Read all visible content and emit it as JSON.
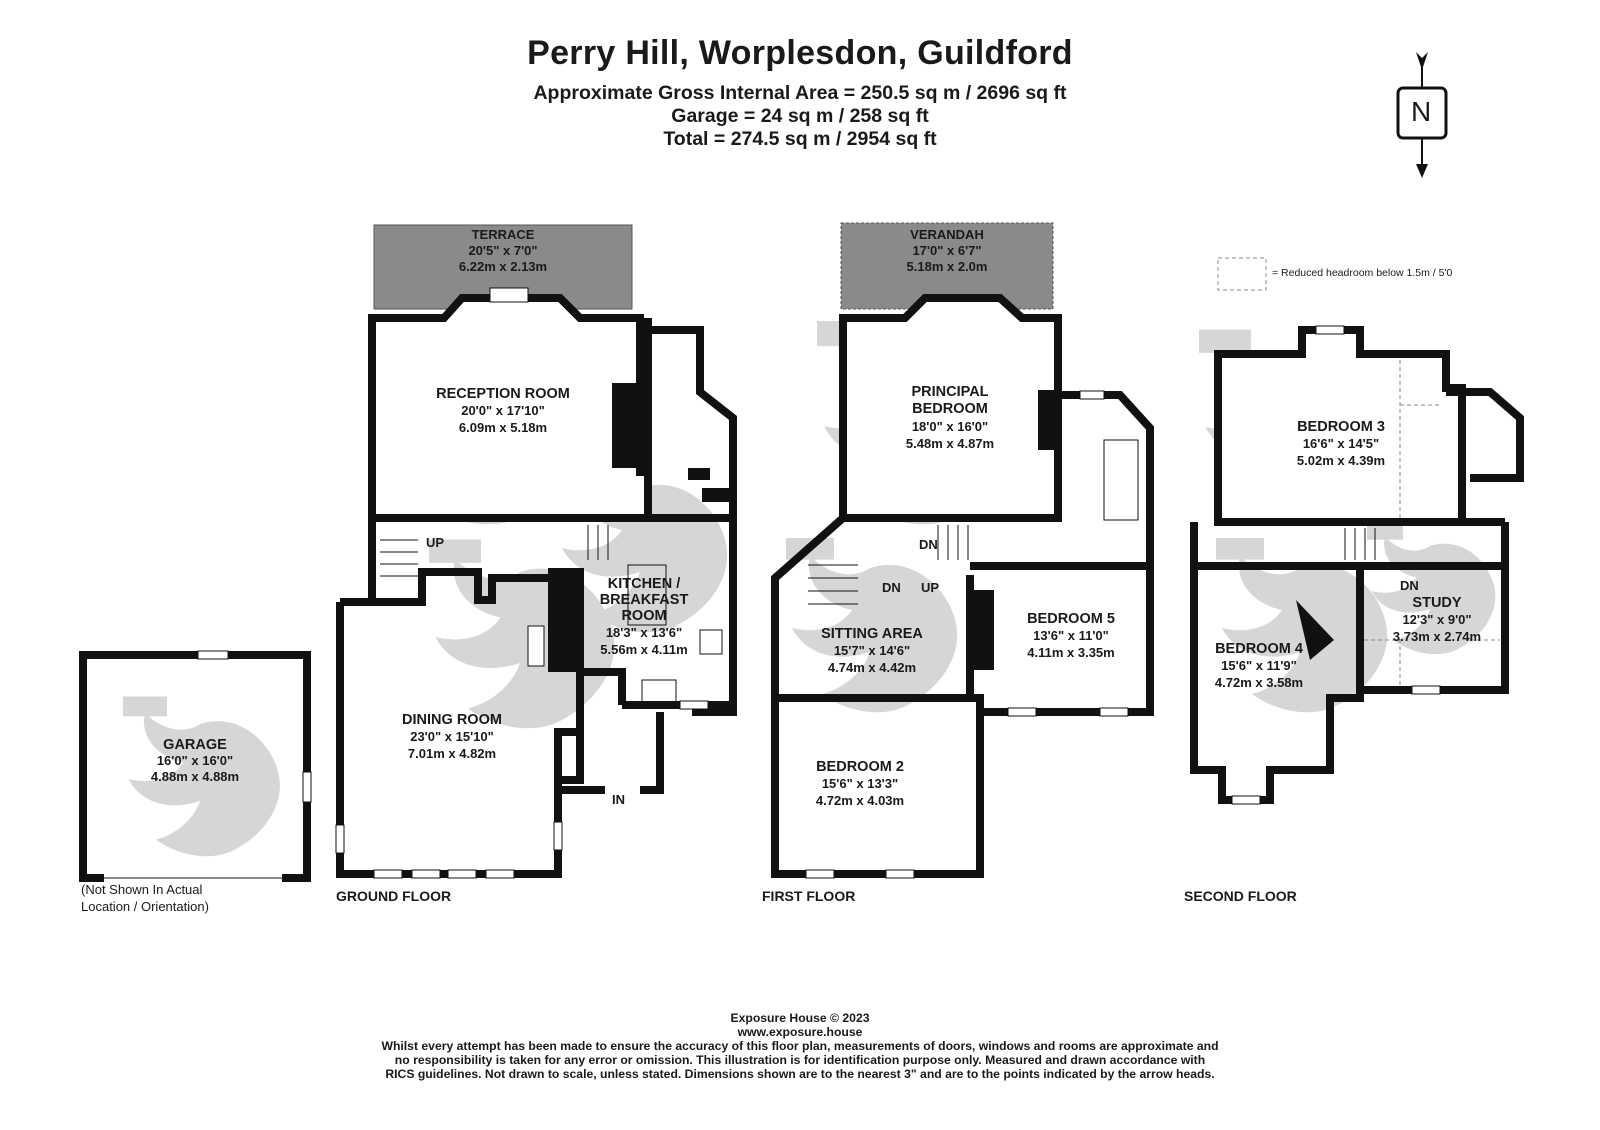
{
  "header": {
    "title": "Perry Hill, Worplesdon, Guildford",
    "area_lines": [
      "Approximate Gross Internal Area = 250.5 sq m / 2696 sq ft",
      "Garage = 24 sq m / 258 sq ft",
      "Total = 274.5 sq m / 2954 sq ft"
    ]
  },
  "compass": {
    "letter": "N",
    "icon": "north-arrow-icon"
  },
  "legend": {
    "text": "= Reduced headroom below 1.5m / 5'0",
    "icon": "dashed-box-icon"
  },
  "garage": {
    "name": "GARAGE",
    "imperial": "16'0\" x 16'0\"",
    "metric": "4.88m x 4.88m",
    "note_line1": "(Not Shown In Actual",
    "note_line2": "Location / Orientation)"
  },
  "ground_floor": {
    "label": "GROUND FLOOR",
    "terrace": {
      "name": "TERRACE",
      "imperial": "20'5\" x 7'0\"",
      "metric": "6.22m x 2.13m"
    },
    "reception": {
      "name": "RECEPTION ROOM",
      "imperial": "20'0\" x 17'10\"",
      "metric": "6.09m x 5.18m"
    },
    "kitchen": {
      "name_line1": "KITCHEN /",
      "name_line2": "BREAKFAST",
      "name_line3": "ROOM",
      "imperial": "18'3\" x 13'6\"",
      "metric": "5.56m x 4.11m"
    },
    "dining": {
      "name": "DINING ROOM",
      "imperial": "23'0\" x 15'10\"",
      "metric": "7.01m x 4.82m"
    },
    "up": "UP",
    "in": "IN"
  },
  "first_floor": {
    "label": "FIRST FLOOR",
    "verandah": {
      "name": "VERANDAH",
      "imperial": "17'0\" x 6'7\"",
      "metric": "5.18m x 2.0m"
    },
    "principal": {
      "name_line1": "PRINCIPAL",
      "name_line2": "BEDROOM",
      "imperial": "18'0\" x 16'0\"",
      "metric": "5.48m x 4.87m"
    },
    "sitting": {
      "name": "SITTING AREA",
      "imperial": "15'7\" x 14'6\"",
      "metric": "4.74m x 4.42m"
    },
    "bedroom5": {
      "name": "BEDROOM 5",
      "imperial": "13'6\" x 11'0\"",
      "metric": "4.11m x 3.35m"
    },
    "bedroom2": {
      "name": "BEDROOM 2",
      "imperial": "15'6\" x 13'3\"",
      "metric": "4.72m x 4.03m"
    },
    "dn1": "DN",
    "dn2": "DN",
    "up": "UP"
  },
  "second_floor": {
    "label": "SECOND FLOOR",
    "bedroom3": {
      "name": "BEDROOM 3",
      "imperial": "16'6\" x 14'5\"",
      "metric": "5.02m x 4.39m"
    },
    "bedroom4": {
      "name": "BEDROOM 4",
      "imperial": "15'6\" x 11'9\"",
      "metric": "4.72m x 3.58m"
    },
    "study": {
      "name": "STUDY",
      "imperial": "12'3\" x 9'0\"",
      "metric": "3.73m x 2.74m"
    },
    "dn": "DN"
  },
  "footer": {
    "line1": "Exposure House © 2023",
    "line2": "www.exposure.house",
    "line3": "Whilst every attempt has been made to ensure the accuracy of this floor plan, measurements of doors, windows and rooms are approximate and",
    "line4": "no responsibility is taken for any error or omission. This illustration is for identification purpose only. Measured and drawn accordance with",
    "line5": "RICS guidelines. Not drawn to scale, unless stated. Dimensions shown are to the nearest 3\" and are to the points indicated by the arrow heads."
  },
  "colors": {
    "wall": "#111111",
    "terrace_fill": "#8a8a8a",
    "watermark": "#d6d6d6"
  }
}
